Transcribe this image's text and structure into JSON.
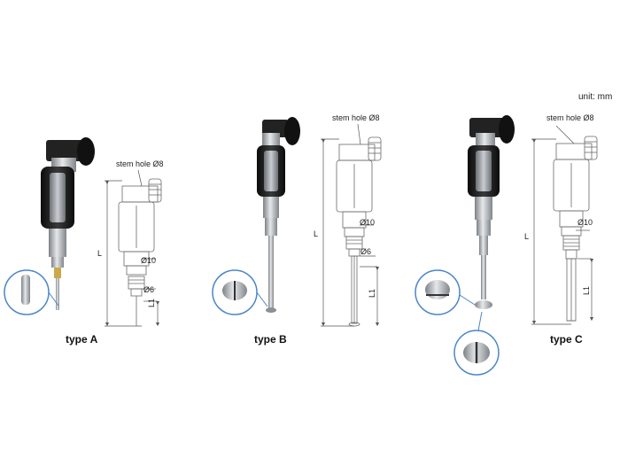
{
  "unit_label": "unit: mm",
  "types": [
    {
      "caption": "type A",
      "stem_hole": "stem hole Ø8",
      "dia_a": "Ø10",
      "dia_b": "Ø6",
      "len": "L",
      "len1": "L1"
    },
    {
      "caption": "type B",
      "stem_hole": "stem hole Ø8",
      "dia_a": "Ø10",
      "dia_b": "Ø6",
      "len": "L",
      "len1": "L1"
    },
    {
      "caption": "type C",
      "stem_hole": "stem hole Ø8",
      "dia_a": "Ø10",
      "len": "L",
      "len1": "L1"
    }
  ],
  "colors": {
    "detail_circle": "#4a86c8",
    "line_drawing": "#6a6a6a",
    "grip": "#1a1a1a",
    "metal": "#b8bcc0"
  }
}
